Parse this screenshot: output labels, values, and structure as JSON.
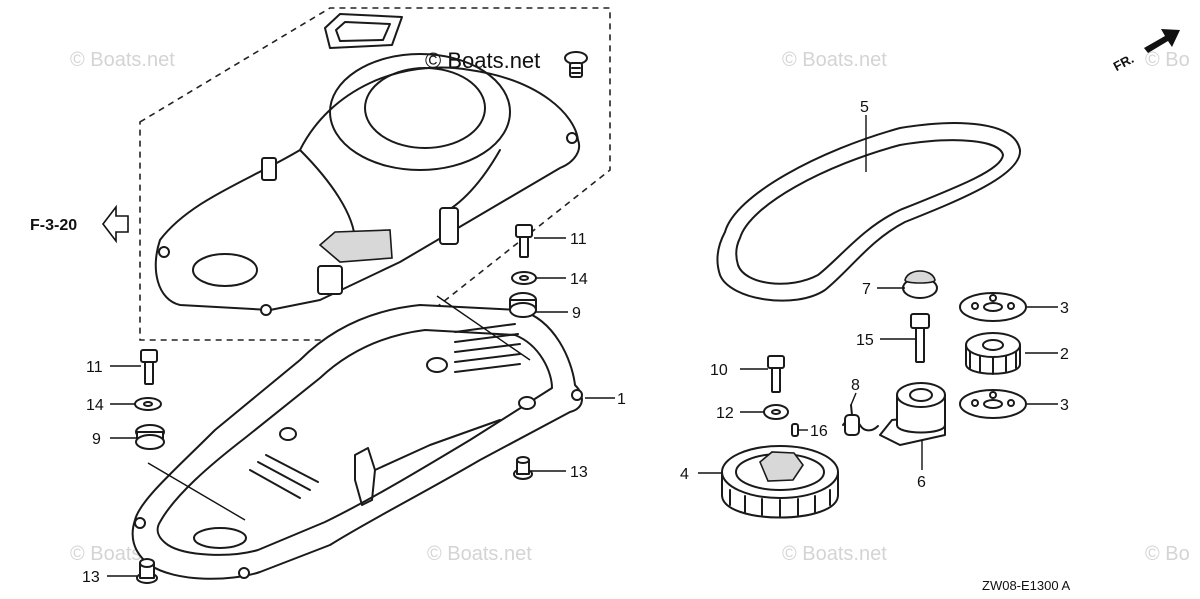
{
  "brand": "© Boats.net",
  "watermarks": [
    "© Boats.net",
    "© Boats.net",
    "© Bo",
    "© Boats.net",
    "© Boats.net",
    "© Boats.net",
    "© Bo"
  ],
  "reference": {
    "label": "F-3-20",
    "icon": "hollow-arrow-left-icon"
  },
  "direction": {
    "label": "FR.",
    "icon": "solid-arrow-up-right-icon"
  },
  "diagram_code": "ZW08-E1300 A",
  "callouts": {
    "c1": "1",
    "c2": "2",
    "c3a": "3",
    "c3b": "3",
    "c4": "4",
    "c5": "5",
    "c6": "6",
    "c7": "7",
    "c8": "8",
    "c9a": "9",
    "c9b": "9",
    "c10": "10",
    "c11a": "11",
    "c11b": "11",
    "c12": "12",
    "c13a": "13",
    "c13b": "13",
    "c14a": "14",
    "c14b": "14",
    "c15": "15",
    "c16": "16"
  },
  "parts": [
    "timing-belt-cover",
    "cover-seal",
    "cover-screw",
    "undercase",
    "timing-belt",
    "tensioner",
    "tensioner-pulley",
    "camshaft-pulley",
    "flange",
    "crankshaft-pulley",
    "grommet",
    "bolt",
    "washer",
    "stud-collar",
    "spring-pin"
  ],
  "colors": {
    "line": "#1a1a1a",
    "watermark": "#d4d4d4",
    "background": "#ffffff"
  }
}
